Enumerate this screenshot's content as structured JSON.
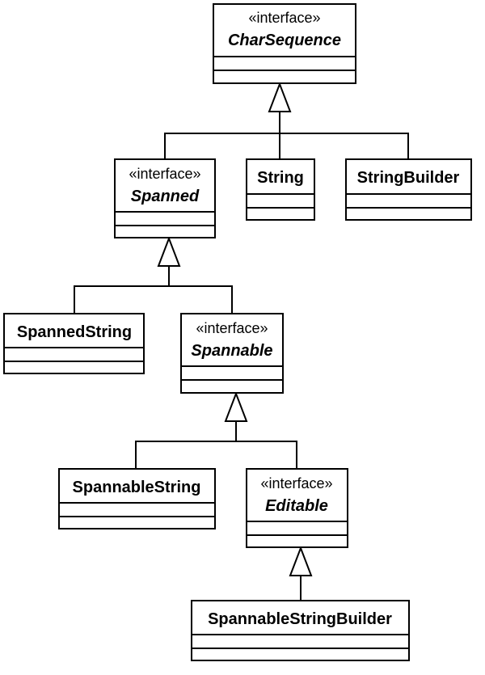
{
  "diagram": {
    "type": "uml-class-diagram",
    "relation": "generalization",
    "classes": {
      "charsequence": {
        "stereotype": "«interface»",
        "name": "CharSequence"
      },
      "spanned": {
        "stereotype": "«interface»",
        "name": "Spanned"
      },
      "string": {
        "name": "String"
      },
      "stringbuilder": {
        "name": "StringBuilder"
      },
      "spannedstring": {
        "name": "SpannedString"
      },
      "spannable": {
        "stereotype": "«interface»",
        "name": "Spannable"
      },
      "spannablestring": {
        "name": "SpannableString"
      },
      "editable": {
        "stereotype": "«interface»",
        "name": "Editable"
      },
      "spannablestringbuilder": {
        "name": "SpannableStringBuilder"
      }
    },
    "inheritance": [
      {
        "child": "Spanned",
        "parent": "CharSequence"
      },
      {
        "child": "String",
        "parent": "CharSequence"
      },
      {
        "child": "StringBuilder",
        "parent": "CharSequence"
      },
      {
        "child": "SpannedString",
        "parent": "Spanned"
      },
      {
        "child": "Spannable",
        "parent": "Spanned"
      },
      {
        "child": "SpannableString",
        "parent": "Spannable"
      },
      {
        "child": "Editable",
        "parent": "Spannable"
      },
      {
        "child": "SpannableStringBuilder",
        "parent": "Editable"
      }
    ]
  }
}
